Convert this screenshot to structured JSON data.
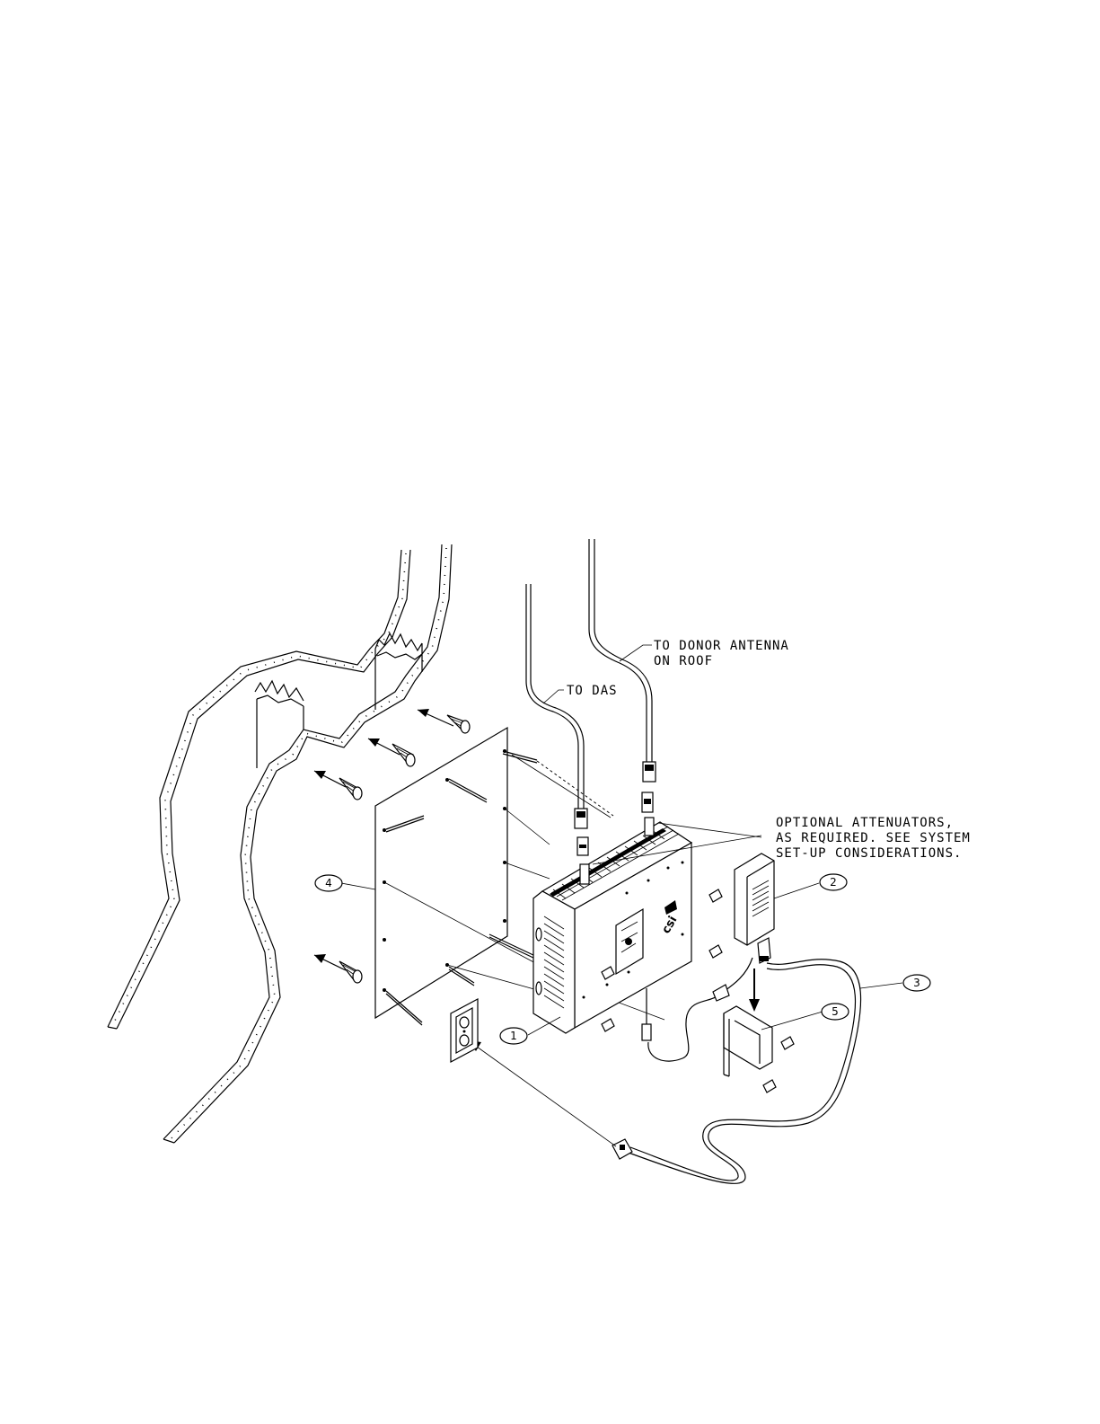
{
  "callouts": {
    "donor_line1": "TO DONOR ANTENNA",
    "donor_line2": "ON ROOF",
    "das": "TO DAS",
    "attenuators_line1": "OPTIONAL ATTENUATORS,",
    "attenuators_line2": "AS REQUIRED. SEE SYSTEM",
    "attenuators_line3": "SET-UP CONSIDERATIONS."
  },
  "items": {
    "one": "1",
    "two": "2",
    "three": "3",
    "four": "4",
    "five": "5"
  },
  "logo": "csi"
}
